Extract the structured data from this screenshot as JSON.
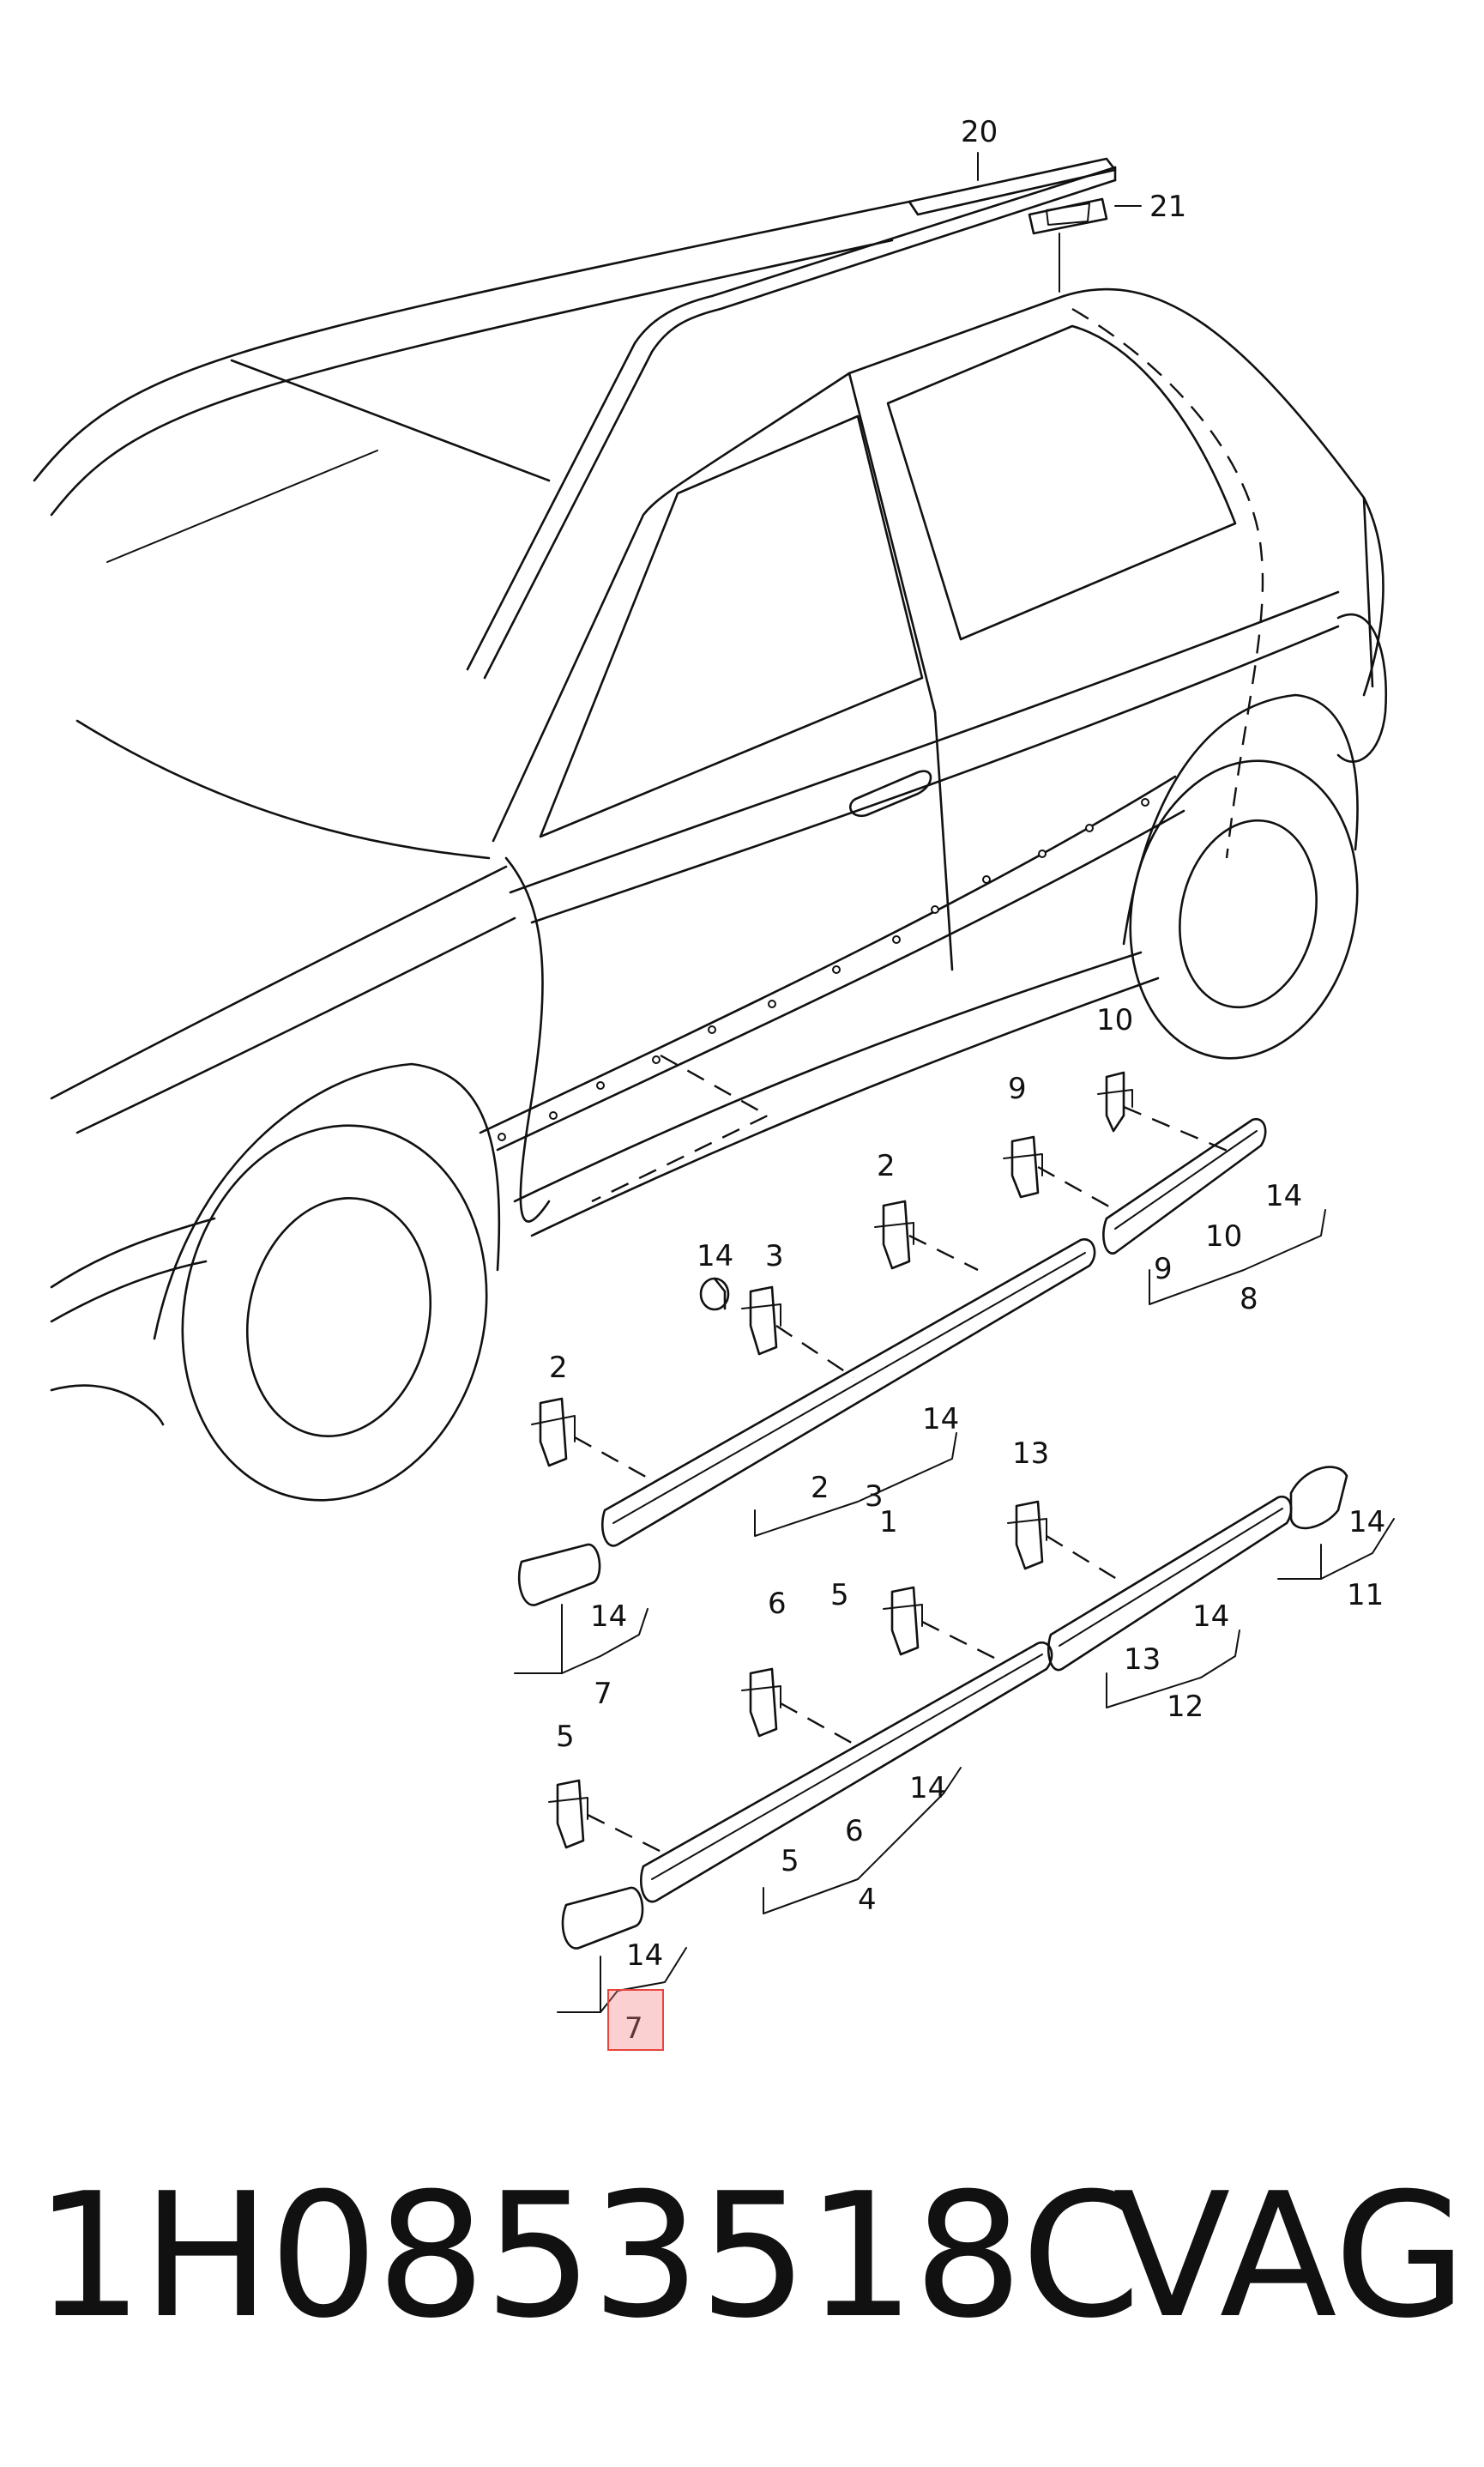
{
  "callouts": [
    "20",
    "21",
    "10",
    "9",
    "14",
    "10",
    "9",
    "8",
    "2",
    "14",
    "3",
    "2",
    "14",
    "3",
    "2",
    "1",
    "13",
    "14",
    "11",
    "14",
    "7",
    "6",
    "5",
    "14",
    "13",
    "12",
    "5",
    "14",
    "6",
    "5",
    "4",
    "14",
    "7"
  ],
  "footer": {
    "part_number": "1H0853518C",
    "brand": "VAG"
  },
  "highlight": {
    "label": "7",
    "color": "#e8453c"
  }
}
